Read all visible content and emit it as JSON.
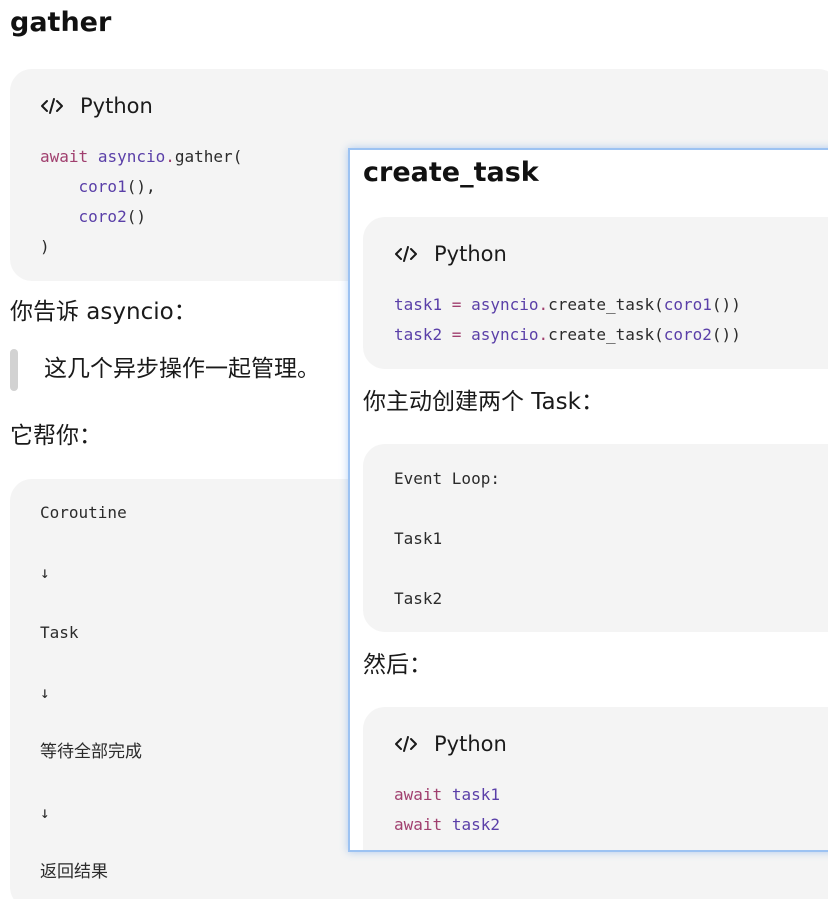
{
  "gather": {
    "heading": "gather",
    "code": {
      "language": "Python",
      "lines": [
        {
          "kw": "await",
          "obj": "asyncio",
          "dot": ".",
          "fn": "gather("
        },
        {
          "var": "coro1",
          "rest": "(),"
        },
        {
          "var": "coro2",
          "rest": "()"
        },
        {
          "close": ")"
        }
      ]
    },
    "tell_text": "你告诉 asyncio：",
    "quote": "这几个异步操作一起管理。",
    "help_text": "它帮你：",
    "flow": [
      "Coroutine",
      "↓",
      "Task",
      "↓",
      "等待全部完成",
      "↓",
      "返回结果"
    ]
  },
  "create_task": {
    "heading": "create_task",
    "code": {
      "language": "Python",
      "lines": [
        {
          "var": "task1",
          "eq": " = ",
          "obj": "asyncio",
          "dot": ".",
          "fn": "create_task(",
          "arg": "coro1",
          "end": "())"
        },
        {
          "var": "task2",
          "eq": " = ",
          "obj": "asyncio",
          "dot": ".",
          "fn": "create_task(",
          "arg": "coro2",
          "end": "())"
        }
      ]
    },
    "manual_text": "你主动创建两个 Task：",
    "event_loop": [
      "Event Loop:",
      "Task1",
      "Task2"
    ],
    "then_text": "然后：",
    "code2": {
      "language": "Python",
      "lines": [
        {
          "kw": "await",
          "var": "task1"
        },
        {
          "kw": "await",
          "var": "task2"
        }
      ]
    }
  },
  "colors": {
    "keyword": "#a03f6e",
    "variable": "#5a3fa8",
    "code_bg": "#f4f4f4",
    "overlay_border": "#9cc2f2"
  },
  "icons": {
    "code": "code-brackets-icon"
  }
}
